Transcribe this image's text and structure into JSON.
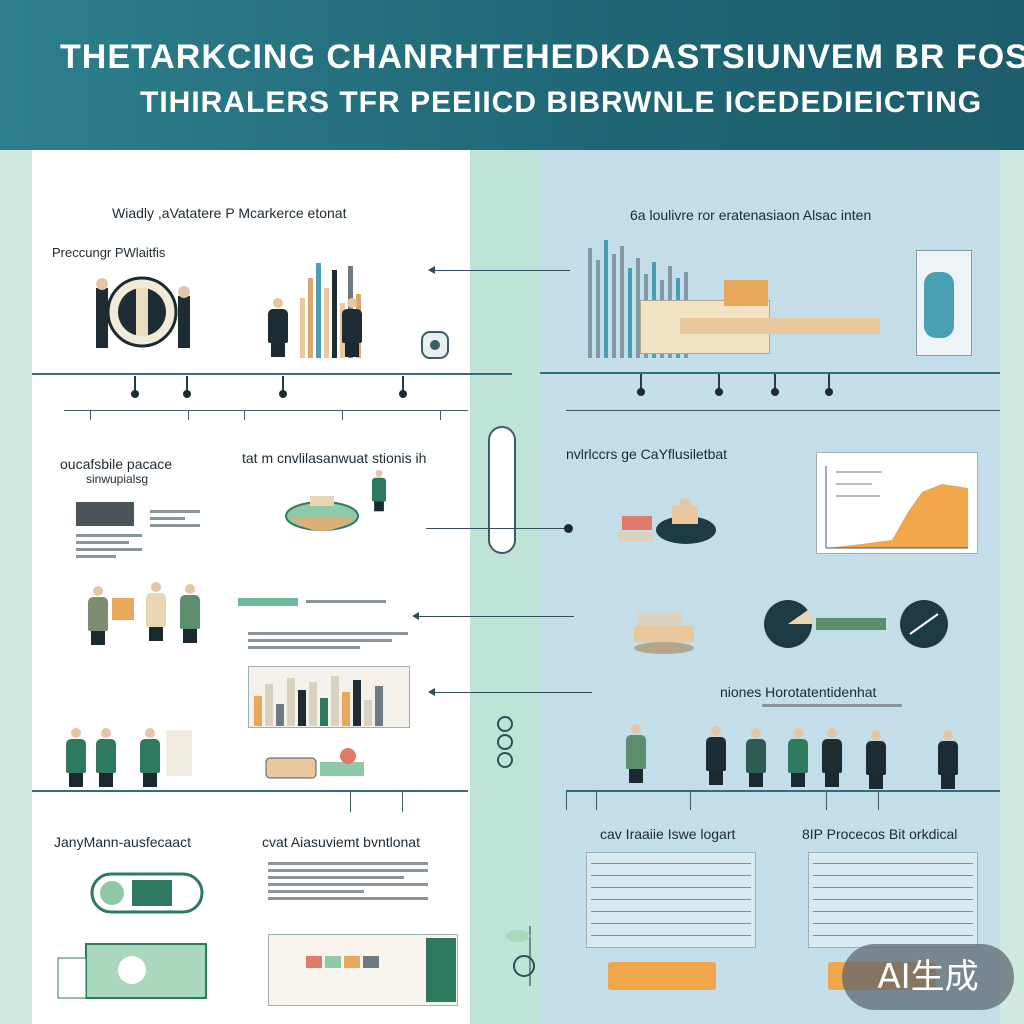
{
  "header": {
    "title_line1": "THETARKCING CHANRHTEHEDKDASTSIUNVEM BR FOS",
    "title_line2": "TIHIRALERS TFR PEEIICD BIBRWNLE ICEDEDIEICTING"
  },
  "left_column": {
    "section1_title": "Wiadly ,aVatatere P Mcarkerce etonat",
    "section1_sub": "Preccungr PWlaitfis",
    "section2_left": "oucafsbile pacace",
    "section2_left_sub": "sinwupialsg",
    "section2_mid": "tat m cnvlilasanwuat stionis ih",
    "section3_left": "JanyMann-ausfecaact",
    "section3_mid": "cvat Aiasuviemt bvntlonat"
  },
  "right_column": {
    "section1_title": "6a loulivre ror eratenasiaon Alsac inten",
    "section2_title": "nvlrlccrs ge CaYflusiletbat",
    "section3_title": "niones Horotatentidenhat",
    "section4_left": "cav Iraaiie Iswe logart",
    "section4_right": "8IP Procecos Bit orkdical"
  },
  "badge": {
    "label": "AI生成"
  },
  "colors": {
    "header": "#1f6675",
    "mint": "#cfe9df",
    "blue": "#c3dde9",
    "accent_orange": "#f0a64a",
    "accent_green": "#2f7a5e"
  }
}
